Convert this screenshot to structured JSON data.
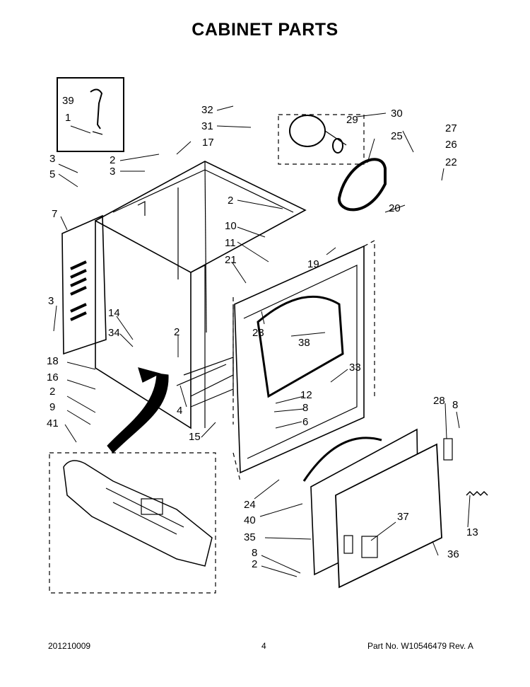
{
  "title": "CABINET PARTS",
  "footer": {
    "date_code": "201210009",
    "page_number": "4",
    "part_no": "Part No.  W10546479  Rev.  A"
  },
  "callouts": [
    "39",
    "1",
    "3",
    "5",
    "2",
    "3",
    "17",
    "32",
    "31",
    "29",
    "30",
    "25",
    "27",
    "26",
    "22",
    "20",
    "7",
    "2",
    "10",
    "11",
    "21",
    "19",
    "3",
    "14",
    "34",
    "2",
    "23",
    "38",
    "18",
    "16",
    "2",
    "9",
    "41",
    "4",
    "15",
    "33",
    "12",
    "8",
    "6",
    "28",
    "8",
    "24",
    "40",
    "37",
    "35",
    "13",
    "8",
    "2",
    "36"
  ]
}
